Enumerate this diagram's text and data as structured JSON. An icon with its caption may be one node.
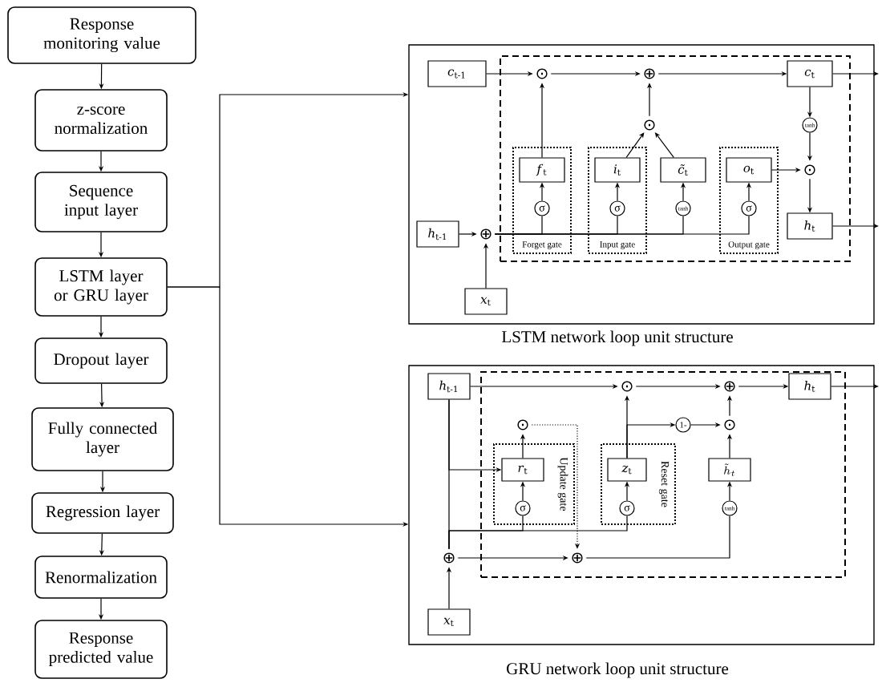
{
  "diagram": {
    "nodes": [
      {
        "text": [
          "Response monitoring value"
        ]
      },
      {
        "text": [
          "z-score normalization"
        ]
      },
      {
        "text": [
          "Sequence input layer"
        ]
      },
      {
        "text": [
          "LSTM layer or GRU layer"
        ]
      },
      {
        "text": [
          "Dropout layer"
        ]
      },
      {
        "text": [
          "Fully connected layer"
        ]
      },
      {
        "text": [
          "Regression layer"
        ]
      },
      {
        "text": [
          "Renormalization"
        ]
      },
      {
        "text": [
          "Response predicted value"
        ]
      },
      {
        "text": [],
        "shape": "box",
        "beside": [
          "LSTM network loop unit structure"
        ]
      },
      {
        "text": [],
        "shape": "box",
        "in": 9
      },
      {
        "text": [
          "*c*$_{t-1}$"
        ],
        "in": 9
      },
      {
        "text": [
          "*h*$_{t-1}$"
        ],
        "in": 9
      },
      {
        "text": [
          "*x*$_{t}$"
        ],
        "in": 9
      },
      {
        "text": [
          "⊕"
        ],
        "in": 9
      },
      {
        "text": [
          "Forget gate"
        ],
        "in": 10
      },
      {
        "text": [
          "*f*$_{t}$"
        ],
        "in": 15
      },
      {
        "text": [
          "σ"
        ],
        "in": 15
      },
      {
        "text": [
          "Input gate"
        ],
        "in": 10
      },
      {
        "text": [
          "*i*$_{t}$"
        ],
        "in": 18
      },
      {
        "text": [
          "σ"
        ],
        "in": 18
      },
      {
        "text": [
          "*c̃*$_{t}$"
        ],
        "in": 10
      },
      {
        "text": [
          "tanh"
        ],
        "in": 10
      },
      {
        "text": [
          "Output gate"
        ],
        "in": 10
      },
      {
        "text": [
          "*o*$_{t}$"
        ],
        "in": 23
      },
      {
        "text": [
          "σ"
        ],
        "in": 23
      },
      {
        "text": [
          "⊙"
        ],
        "in": 10
      },
      {
        "text": [
          "⊕"
        ],
        "in": 10
      },
      {
        "text": [
          "⊙"
        ],
        "in": 10
      },
      {
        "text": [
          "*c*$_{t}$"
        ],
        "in": 10
      },
      {
        "text": [
          "tanh"
        ],
        "in": 10
      },
      {
        "text": [
          "⊙"
        ],
        "in": 10
      },
      {
        "text": [
          "*h*$_{t}$"
        ],
        "in": 10
      },
      {
        "text": [],
        "shape": "box",
        "beside": [
          "GRU network loop unit structure"
        ]
      },
      {
        "text": [],
        "shape": "box",
        "in": 33
      },
      {
        "text": [
          "*h*$_{t-1}$"
        ],
        "in": 33
      },
      {
        "text": [
          "*x*$_{t}$"
        ],
        "in": 33
      },
      {
        "text": [
          "⊕"
        ],
        "in": 33
      },
      {
        "text": [
          "Update gate"
        ],
        "in": 34
      },
      {
        "text": [
          "*r*$_{t}$"
        ],
        "in": 38
      },
      {
        "text": [
          "σ"
        ],
        "in": 38
      },
      {
        "text": [
          "⊙"
        ],
        "in": 34
      },
      {
        "text": [
          "Reset gate"
        ],
        "in": 34
      },
      {
        "text": [
          "*z*$_{t}$"
        ],
        "in": 42
      },
      {
        "text": [
          "σ"
        ],
        "in": 42
      },
      {
        "text": [
          "⊙"
        ],
        "in": 34
      },
      {
        "text": [
          "1-"
        ],
        "in": 34
      },
      {
        "text": [
          "⊙"
        ],
        "in": 34
      },
      {
        "text": [
          "⊕"
        ],
        "in": 34
      },
      {
        "text": [
          "\\tilde{h}_{t}"
        ],
        "in": 34
      },
      {
        "text": [
          "tanh"
        ],
        "in": 34
      },
      {
        "text": [
          "⊕"
        ],
        "in": 34
      },
      {
        "text": [
          "*h*$_{t}$"
        ],
        "in": 34
      }
    ],
    "edges": [
      {
        "from": 0,
        "to": 1,
        "arrow": "to"
      },
      {
        "from": 1,
        "to": 2,
        "arrow": "to"
      },
      {
        "from": 2,
        "to": 3,
        "arrow": "to"
      },
      {
        "from": 3,
        "to": 4,
        "arrow": "to"
      },
      {
        "from": 4,
        "to": 5,
        "arrow": "to"
      },
      {
        "from": 5,
        "to": 6,
        "arrow": "to"
      },
      {
        "from": 6,
        "to": 7,
        "arrow": "to"
      },
      {
        "from": 7,
        "to": 8,
        "arrow": "to"
      },
      {
        "from": 3,
        "to": 9,
        "arrow": "to"
      },
      {
        "from": 3,
        "to": 33,
        "arrow": "to"
      },
      {
        "from": 11,
        "to": 26,
        "arrow": "to"
      },
      {
        "from": 26,
        "to": 27,
        "arrow": "to"
      },
      {
        "from": 27,
        "to": 29,
        "arrow": "to"
      },
      {
        "from": 29,
        "to": null,
        "arrow": "to"
      },
      {
        "from": 16,
        "to": 26,
        "arrow": "to"
      },
      {
        "from": 28,
        "to": 27,
        "arrow": "to"
      },
      {
        "from": 19,
        "to": 28,
        "arrow": "to"
      },
      {
        "from": 21,
        "to": 28,
        "arrow": "to"
      },
      {
        "from": 17,
        "to": 16,
        "arrow": "to"
      },
      {
        "from": 20,
        "to": 19,
        "arrow": "to"
      },
      {
        "from": 22,
        "to": 21,
        "arrow": "to"
      },
      {
        "from": 25,
        "to": 24,
        "arrow": "to"
      },
      {
        "from": 24,
        "to": 31,
        "arrow": "to"
      },
      {
        "from": 29,
        "to": 30,
        "arrow": "to"
      },
      {
        "from": 30,
        "to": 31,
        "arrow": "to"
      },
      {
        "from": 31,
        "to": 32,
        "arrow": "to"
      },
      {
        "from": 32,
        "to": null,
        "arrow": "to"
      },
      {
        "from": 12,
        "to": 14,
        "arrow": "to"
      },
      {
        "from": 13,
        "to": 14,
        "arrow": "to"
      },
      {
        "from": 14,
        "to": 17,
        "arrow": "none"
      },
      {
        "from": 14,
        "to": 20,
        "arrow": "none"
      },
      {
        "from": 14,
        "to": 22,
        "arrow": "none"
      },
      {
        "from": 14,
        "to": 25,
        "arrow": "none"
      },
      {
        "from": 35,
        "to": 45,
        "arrow": "to"
      },
      {
        "from": 35,
        "to": 39,
        "arrow": "to"
      },
      {
        "from": 35,
        "to": 37,
        "arrow": "none"
      },
      {
        "from": 36,
        "to": 37,
        "arrow": "to"
      },
      {
        "from": 37,
        "to": 40,
        "arrow": "none"
      },
      {
        "from": 37,
        "to": 44,
        "arrow": "none"
      },
      {
        "from": 37,
        "to": 51,
        "arrow": "to"
      },
      {
        "from": 40,
        "to": 39,
        "arrow": "to"
      },
      {
        "from": 44,
        "to": 43,
        "arrow": "to"
      },
      {
        "from": 39,
        "to": 41,
        "arrow": "to"
      },
      {
        "from": 41,
        "to": 51,
        "arrow": "to",
        "style": "dashed"
      },
      {
        "from": 51,
        "to": 50,
        "arrow": "none"
      },
      {
        "from": 50,
        "to": 49,
        "arrow": "to"
      },
      {
        "from": 49,
        "to": 47,
        "arrow": "to"
      },
      {
        "from": 43,
        "to": 45,
        "arrow": "to"
      },
      {
        "from": 43,
        "to": 46,
        "arrow": "to"
      },
      {
        "from": 46,
        "to": 47,
        "arrow": "to"
      },
      {
        "from": 45,
        "to": 48,
        "arrow": "to"
      },
      {
        "from": 47,
        "to": 48,
        "arrow": "to"
      },
      {
        "from": 48,
        "to": 52,
        "arrow": "to"
      },
      {
        "from": 52,
        "to": null,
        "arrow": "to"
      }
    ]
  }
}
